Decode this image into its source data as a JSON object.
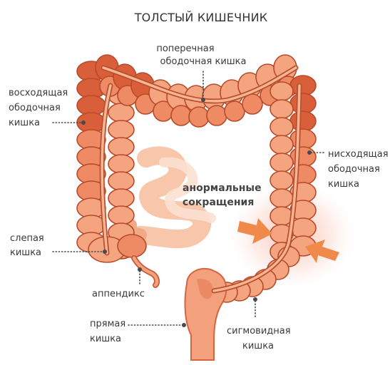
{
  "title": "ТОЛСТЫЙ КИШЕЧНИК",
  "labels": {
    "transverse": [
      "поперечная",
      "ободочная кишка"
    ],
    "ascending": [
      "восходящая",
      "ободочная",
      "кишка"
    ],
    "descending": [
      "нисходящая",
      "ободочная",
      "кишка"
    ],
    "abnormal": [
      "анормальные",
      "сокращения"
    ],
    "cecum": [
      "слепая",
      "кишка"
    ],
    "appendix": [
      "аппендикс"
    ],
    "rectum": [
      "прямая",
      "кишка"
    ],
    "sigmoid": [
      "сигмовидная",
      "кишка"
    ]
  },
  "colors": {
    "colon_light": "#f4a580",
    "colon_mid": "#ee8a64",
    "colon_dark": "#d95f3b",
    "colon_outline": "#b84a2a",
    "small_intestine": "#f7c2a6",
    "arrow": "#f08a4b",
    "glow": "#fbd3c8"
  }
}
